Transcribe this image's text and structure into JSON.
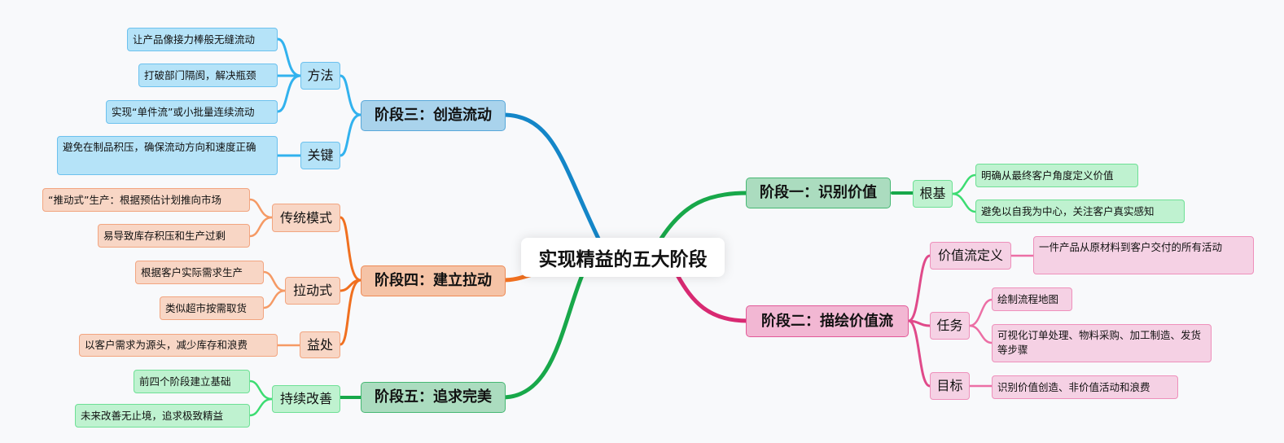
{
  "root": "实现精益的五大阶段",
  "colors": {
    "blue": "#1486c8",
    "orange": "#f07020",
    "green": "#18a84a",
    "pink": "#d82a72",
    "light_green": "#3ddc72",
    "light_blue": "#32b2ee",
    "light_orange": "#f59a65",
    "light_pink": "#ec6fa5"
  },
  "stage1": {
    "title": "阶段一：识别价值",
    "subs": [
      {
        "label": "根基",
        "leaves": [
          "明确从最终客户角度定义价值",
          "避免以自我为中心，关注客户真实感知"
        ]
      }
    ]
  },
  "stage2": {
    "title": "阶段二：描绘价值流",
    "subs": [
      {
        "label": "价值流定义",
        "leaves": [
          "一件产品从原材料到客户交付的所有活动"
        ]
      },
      {
        "label": "任务",
        "leaves": [
          "绘制流程地图",
          "可视化订单处理、物料采购、加工制造、发货等步骤"
        ]
      },
      {
        "label": "目标",
        "leaves": [
          "识别价值创造、非价值活动和浪费"
        ]
      }
    ]
  },
  "stage3": {
    "title": "阶段三：创造流动",
    "subs": [
      {
        "label": "方法",
        "leaves": [
          "让产品像接力棒般无缝流动",
          "打破部门隔阂，解决瓶颈",
          "实现“单件流”或小批量连续流动"
        ]
      },
      {
        "label": "关键",
        "leaves": [
          "避免在制品积压，确保流动方向和速度正确"
        ]
      }
    ]
  },
  "stage4": {
    "title": "阶段四：建立拉动",
    "subs": [
      {
        "label": "传统模式",
        "leaves": [
          "“推动式”生产：根据预估计划推向市场",
          "易导致库存积压和生产过剩"
        ]
      },
      {
        "label": "拉动式",
        "leaves": [
          "根据客户实际需求生产",
          "类似超市按需取货"
        ]
      },
      {
        "label": "益处",
        "leaves": [
          "以客户需求为源头，减少库存和浪费"
        ]
      }
    ]
  },
  "stage5": {
    "title": "阶段五：追求完美",
    "subs": [
      {
        "label": "持续改善",
        "leaves": [
          "前四个阶段建立基础",
          "未来改善无止境，追求极致精益"
        ]
      }
    ]
  }
}
